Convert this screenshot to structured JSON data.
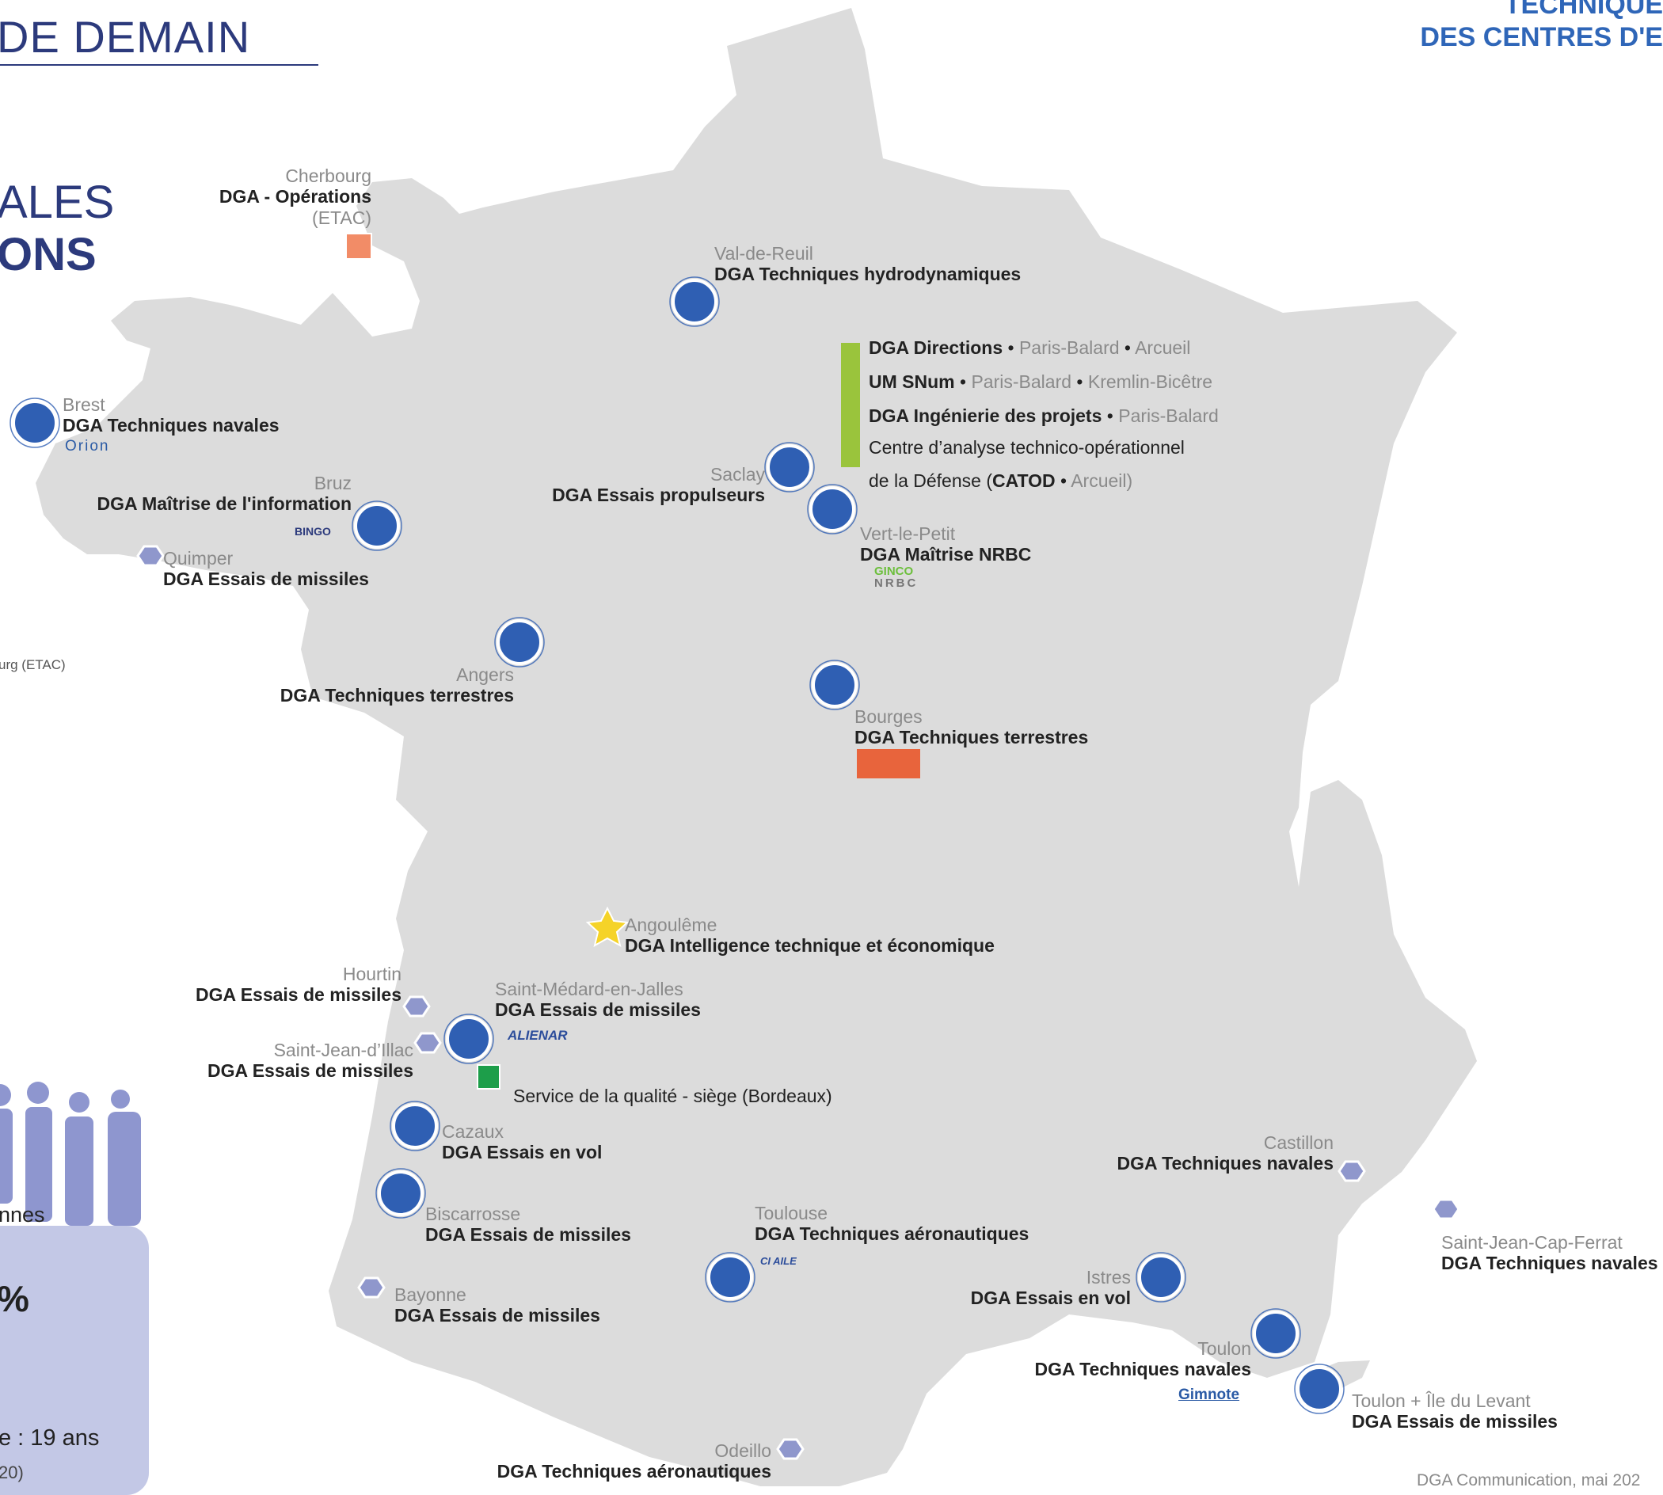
{
  "header": {
    "left_title": "DE DEMAIN",
    "right_title_line1": "TECHNIQUE",
    "right_title_line2": "DES CENTRES D'E",
    "big_line1": "ALES",
    "big_line2": "ONS"
  },
  "colors": {
    "map_land": "#dcdcdc",
    "marker_blue": "#2f5fb3",
    "marker_hex": "#8f97cc",
    "marker_orange": "#f28c67",
    "marker_green": "#1d9e4a",
    "marker_star": "#f5d328",
    "hq_bar": "#9ac43c",
    "title_navy": "#2c3a7c",
    "title_blue": "#2f66b8"
  },
  "sites": {
    "cherbourg": {
      "city": "Cherbourg",
      "org": "DGA - Opérations",
      "sub": "(ETAC)"
    },
    "valdereuil": {
      "city": "Val-de-Reuil",
      "org": "DGA Techniques hydrodynamiques"
    },
    "brest": {
      "city": "Brest",
      "org": "DGA Techniques navales",
      "logo": "Orion"
    },
    "bruz": {
      "city": "Bruz",
      "org": "DGA Maîtrise de l'information",
      "logo": "BINGO"
    },
    "quimper": {
      "city": "Quimper",
      "org": "DGA Essais de missiles"
    },
    "saclay": {
      "city": "Saclay",
      "org": "DGA Essais propulseurs"
    },
    "vertlepetit": {
      "city": "Vert-le-Petit",
      "org": "DGA Maîtrise NRBC",
      "logo1": "GINCO",
      "logo2": "NRBC"
    },
    "angers": {
      "city": "Angers",
      "org": "DGA Techniques terrestres"
    },
    "bourges": {
      "city": "Bourges",
      "org": "DGA Techniques terrestres"
    },
    "angouleme": {
      "city": "Angoulême",
      "org": "DGA Intelligence technique et économique"
    },
    "hourtin": {
      "city": "Hourtin",
      "org": "DGA Essais de missiles"
    },
    "stmedard": {
      "city": "Saint-Médard-en-Jalles",
      "org": "DGA Essais de missiles",
      "logo": "ALIENAR"
    },
    "stjeandillac": {
      "city": "Saint-Jean-d’Illac",
      "org": "DGA Essais de missiles"
    },
    "qualite": {
      "org": "Service de la qualité - siège (Bordeaux)"
    },
    "cazaux": {
      "city": "Cazaux",
      "org": "DGA Essais en vol"
    },
    "biscarrosse": {
      "city": "Biscarrosse",
      "org": "DGA Essais de missiles"
    },
    "bayonne": {
      "city": "Bayonne",
      "org": "DGA Essais de missiles"
    },
    "toulouse": {
      "city": "Toulouse",
      "org": "DGA Techniques aéronautiques",
      "logo": "CI AILE"
    },
    "castillon": {
      "city": "Castillon",
      "org": "DGA Techniques navales"
    },
    "stjeancap": {
      "city": "Saint-Jean-Cap-Ferrat",
      "org": "DGA Techniques navales"
    },
    "istres": {
      "city": "Istres",
      "org": "DGA Essais en vol"
    },
    "toulon": {
      "city": "Toulon",
      "org": "DGA Techniques navales",
      "logo": "Gimnote"
    },
    "levant": {
      "city": "Toulon + Île du Levant",
      "org": "DGA Essais de missiles"
    },
    "odeillo": {
      "city": "Odeillo",
      "org": "DGA Techniques aéronautiques"
    }
  },
  "hq": {
    "r1_org": "DGA Directions",
    "r1_sep": " • ",
    "r1_loc1": "Paris-Balard",
    "r1_loc2": "Arcueil",
    "r2_org": "UM SNum",
    "r2_loc1": "Paris-Balard",
    "r2_loc2": "Kremlin-Bicêtre",
    "r3_org": "DGA Ingénierie des projets",
    "r3_loc1": "Paris-Balard",
    "r4_text": "Centre d’analyse technico-opérationnel",
    "r5_pre": "de la Défense (",
    "r5_bold": "CATOD",
    "r5_loc": "Arcueil)"
  },
  "sidebar": {
    "legend_fragment": "urg (ETAC)",
    "people_fragment": "nnes",
    "percent_fragment": "%",
    "age_fragment": "e : 19 ans",
    "year_fragment": "20)"
  },
  "footer": "DGA Communication, mai 202"
}
